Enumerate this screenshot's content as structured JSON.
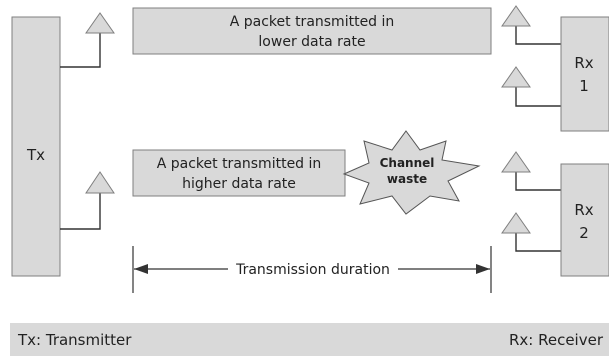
{
  "diagram": {
    "tx_label": "Tx",
    "rx1_label": [
      "Rx",
      "1"
    ],
    "rx2_label": [
      "Rx",
      "2"
    ],
    "packet_low": [
      "A packet transmitted in",
      "lower data rate"
    ],
    "packet_high": [
      "A packet transmitted in",
      "higher data rate"
    ],
    "channel_waste": [
      "Channel",
      "waste"
    ],
    "duration_label": "Transmission duration"
  },
  "legend": {
    "tx": "Tx: Transmitter",
    "rx": "Rx: Receiver"
  }
}
